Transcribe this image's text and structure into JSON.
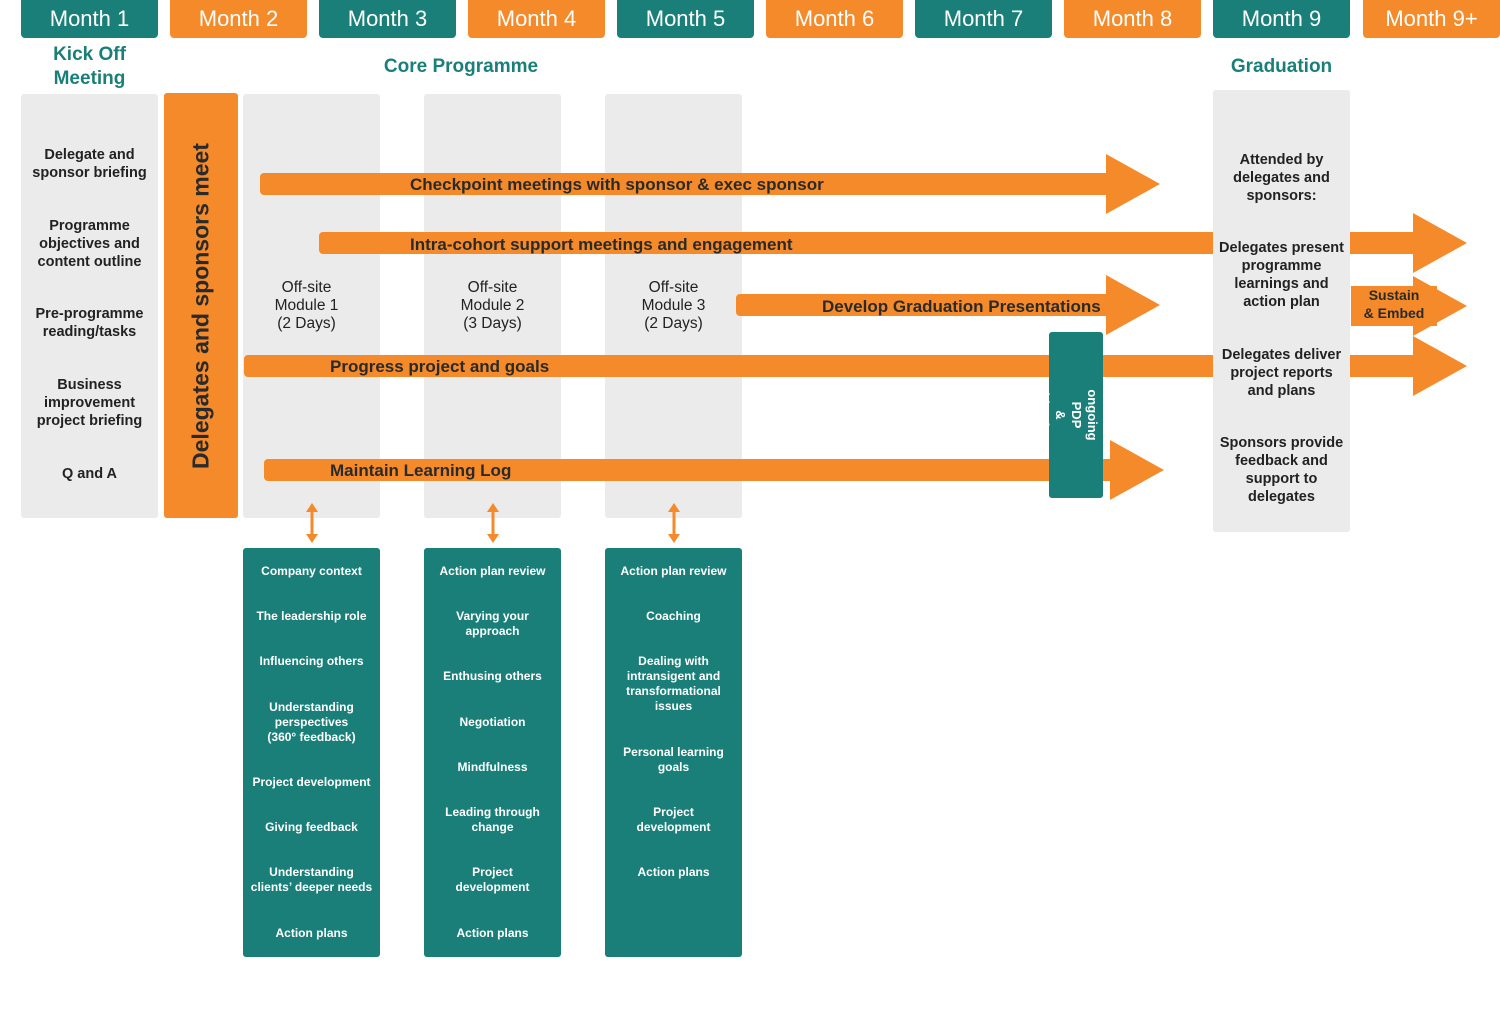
{
  "months": [
    "Month 1",
    "Month 2",
    "Month 3",
    "Month 4",
    "Month 5",
    "Month 6",
    "Month 7",
    "Month 8",
    "Month 9",
    "Month 9+"
  ],
  "phases": {
    "kickoff": "Kick Off\nMeeting",
    "core": "Core Programme",
    "graduation": "Graduation"
  },
  "kickoff_items": [
    "Delegate and\nsponsor briefing",
    "Programme\nobjectives and\ncontent outline",
    "Pre-programme\nreading/tasks",
    "Business\nimprovement\nproject briefing",
    "Q and A"
  ],
  "delegates_meet": "Delegates and sponsors meet",
  "modules": [
    {
      "label": "Off-site\nModule 1\n(2 Days)"
    },
    {
      "label": "Off-site\nModule 2\n(3 Days)"
    },
    {
      "label": "Off-site\nModule 3\n(2 Days)"
    }
  ],
  "arrows": {
    "checkpoint": "Checkpoint meetings with sponsor & exec sponsor",
    "intra_cohort": "Intra-cohort support meetings and engagement",
    "graduation_presentations": "Develop Graduation Presentations",
    "progress": "Progress project and goals",
    "learning_log": "Maintain Learning Log"
  },
  "link_box": "Link to ongoing PDP\n& Objectives",
  "sustain": "Sustain\n& Embed",
  "graduation_items": [
    "Attended by\ndelegates and\nsponsors:",
    "Delegates present\nprogramme\nlearnings and\naction plan",
    "Delegates deliver\nproject reports\nand plans",
    "Sponsors provide\nfeedback and\nsupport to\ndelegates"
  ],
  "module1_topics": [
    "Company context",
    "The leadership role",
    "Influencing others",
    "Understanding\nperspectives\n(360° feedback)",
    "Project development",
    "Giving feedback",
    "Understanding\nclients’ deeper needs",
    "Action plans"
  ],
  "module2_topics": [
    "Action plan review",
    "Varying your\napproach",
    "Enthusing others",
    "Negotiation",
    "Mindfulness",
    "Leading through\nchange",
    "Project\ndevelopment",
    "Action plans"
  ],
  "module3_topics": [
    "Action plan review",
    "Coaching",
    "Dealing with\nintransigent and\ntransformational\nissues",
    "Personal learning\ngoals",
    "Project\ndevelopment",
    "Action plans"
  ],
  "colors": {
    "teal": "#1a7f78",
    "orange": "#f48a2a",
    "grey": "#ebebeb"
  }
}
